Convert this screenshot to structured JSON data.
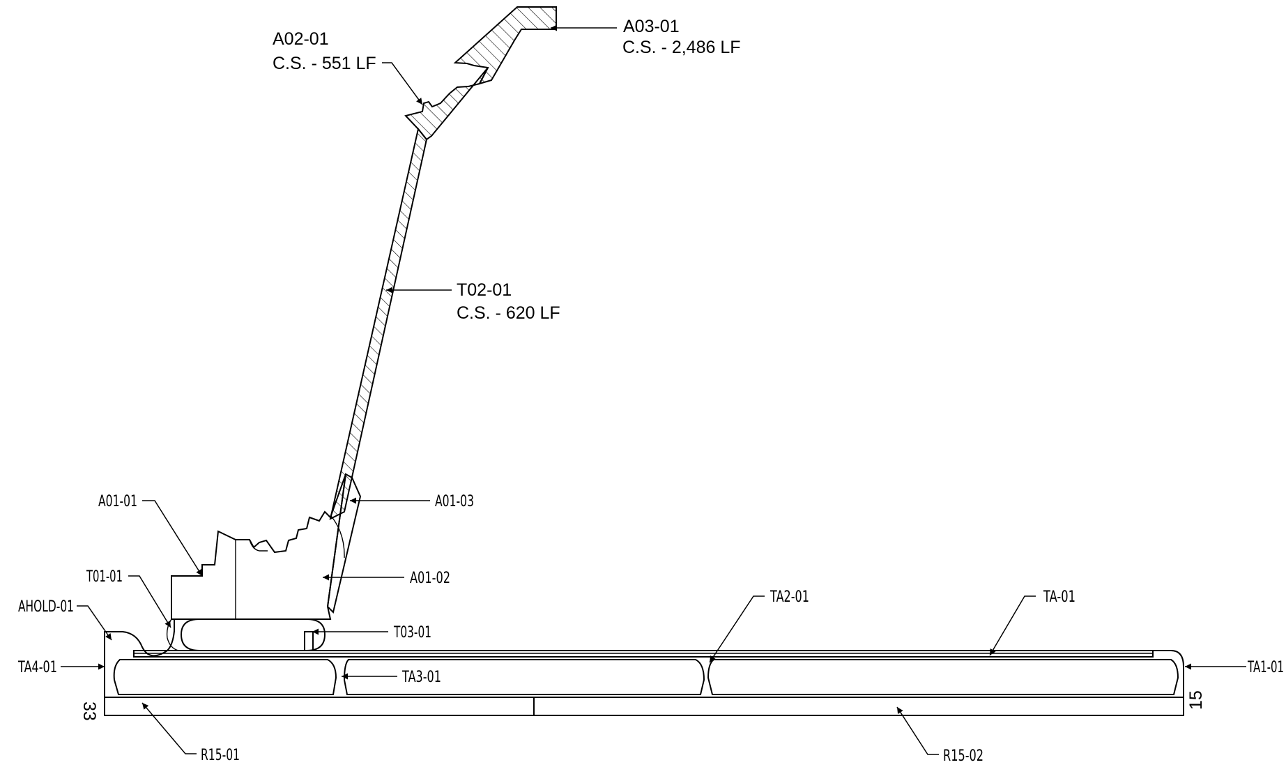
{
  "callouts": {
    "a03_01": {
      "id": "A03-01",
      "note": "C.S. - 2,486 LF"
    },
    "a02_01": {
      "id": "A02-01",
      "note": "C.S. - 551 LF"
    },
    "t02_01": {
      "id": "T02-01",
      "note": "C.S. - 620 LF"
    },
    "a01_01": {
      "id": "A01-01"
    },
    "a01_03": {
      "id": "A01-03"
    },
    "a01_02": {
      "id": "A01-02"
    },
    "t01_01": {
      "id": "T01-01"
    },
    "ahold_01": {
      "id": "AHOLD-01"
    },
    "t03_01": {
      "id": "T03-01"
    },
    "ta2_01": {
      "id": "TA2-01"
    },
    "ta_01": {
      "id": "TA-01"
    },
    "ta4_01": {
      "id": "TA4-01"
    },
    "ta3_01": {
      "id": "TA3-01"
    },
    "ta1_01": {
      "id": "TA1-01"
    },
    "r15_01": {
      "id": "R15-01"
    },
    "r15_02": {
      "id": "R15-02"
    }
  },
  "dimensions": {
    "left_height": "33",
    "right_height": "15"
  }
}
